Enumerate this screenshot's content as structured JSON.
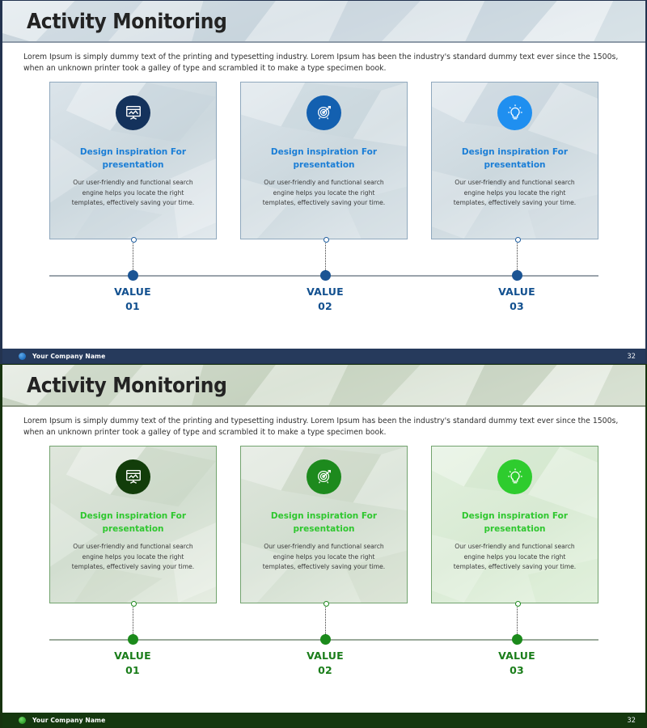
{
  "slides": [
    {
      "theme": "blue",
      "title": "Activity Monitoring",
      "intro": "Lorem Ipsum is simply dummy text of the printing and typesetting industry. Lorem Ipsum has been the industry's standard dummy text ever since the 1500s,  when an unknown printer took a galley of type and scrambled it to make a type specimen book.",
      "colors": {
        "title_text": "#1b7ed6",
        "node": "#1b5494",
        "value_text": "#12508f",
        "footer_bg": "#263a5c",
        "card_border": "#8fa8bd"
      },
      "cards": [
        {
          "icon": "presentation-board-icon",
          "icon_bg": "#14325c",
          "title": "Design inspiration For presentation",
          "body": "Our user-friendly and functional search engine helps you locate the right templates, effectively saving your time."
        },
        {
          "icon": "target-arrow-icon",
          "icon_bg": "#1360b0",
          "title": "Design inspiration For presentation",
          "body": "Our user-friendly and functional search engine helps you locate the right templates, effectively saving your time."
        },
        {
          "icon": "lightbulb-icon",
          "icon_bg": "#1f8ff0",
          "title": "Design inspiration For presentation",
          "body": "Our user-friendly and functional search engine helps you locate the right templates, effectively saving your time."
        }
      ],
      "values": [
        {
          "label": "VALUE",
          "number": "01"
        },
        {
          "label": "VALUE",
          "number": "02"
        },
        {
          "label": "VALUE",
          "number": "03"
        }
      ],
      "footer": {
        "company": "Your Company Name",
        "page": "32",
        "logo": "company-logo-icon"
      }
    },
    {
      "theme": "green",
      "title": "Activity Monitoring",
      "intro": "Lorem Ipsum is simply dummy text of the printing and typesetting industry. Lorem Ipsum has been the industry's standard dummy text ever since the 1500s,  when an unknown printer took a galley of type and scrambled it to make a type specimen book.",
      "colors": {
        "title_text": "#2fc72f",
        "node": "#1b8a1b",
        "value_text": "#1a7d1a",
        "footer_bg": "#15380f",
        "card_border": "#72a36e"
      },
      "cards": [
        {
          "icon": "presentation-board-icon",
          "icon_bg": "#123d0a",
          "title": "Design inspiration For presentation",
          "body": "Our user-friendly and functional search engine helps you locate the right templates, effectively saving your time."
        },
        {
          "icon": "target-arrow-icon",
          "icon_bg": "#1d8a1d",
          "title": "Design inspiration For presentation",
          "body": "Our user-friendly and functional search engine helps you locate the right templates, effectively saving your time."
        },
        {
          "icon": "lightbulb-icon",
          "icon_bg": "#2ecc2e",
          "title": "Design inspiration For presentation",
          "body": "Our user-friendly and functional search engine helps you locate the right templates, effectively saving your time."
        }
      ],
      "values": [
        {
          "label": "VALUE",
          "number": "01"
        },
        {
          "label": "VALUE",
          "number": "02"
        },
        {
          "label": "VALUE",
          "number": "03"
        }
      ],
      "footer": {
        "company": "Your Company Name",
        "page": "32",
        "logo": "company-logo-icon"
      }
    }
  ]
}
